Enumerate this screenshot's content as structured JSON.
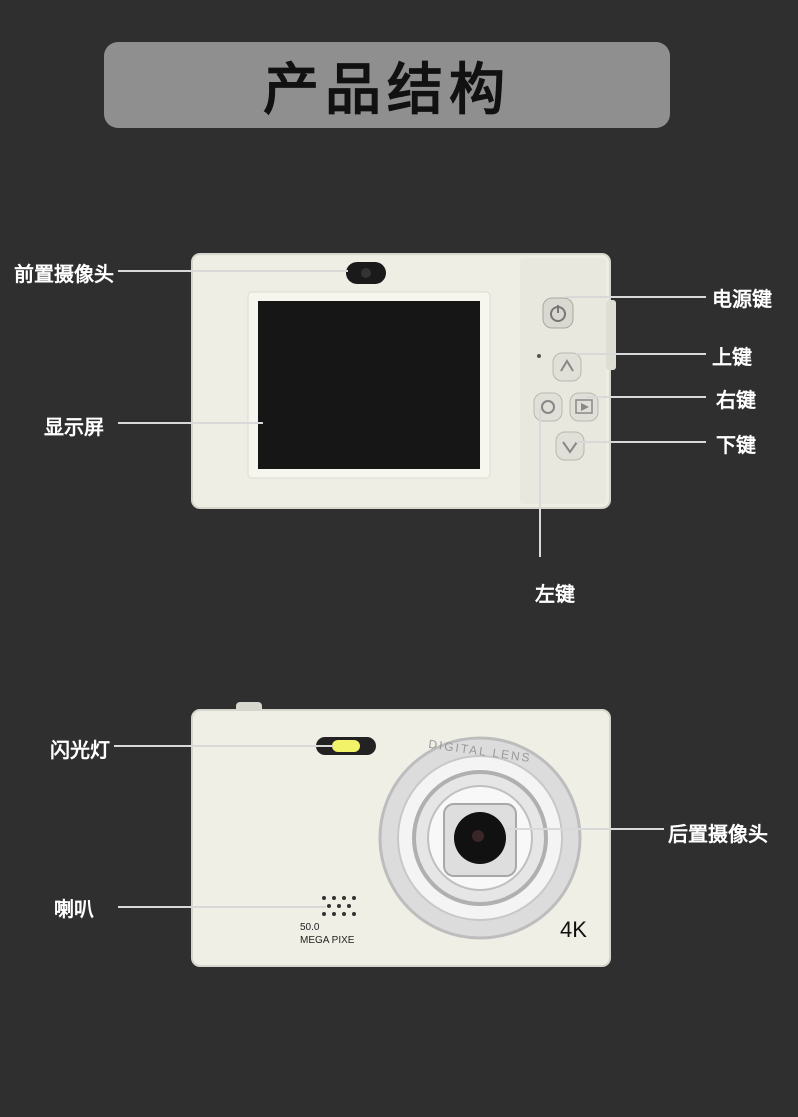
{
  "title": "产品结构",
  "labels": {
    "front_camera": "前置摄像头",
    "display": "显示屏",
    "power_key": "电源键",
    "up_key": "上键",
    "right_key": "右键",
    "down_key": "下键",
    "left_key": "左键",
    "flash": "闪光灯",
    "rear_camera": "后置摄像头",
    "speaker": "喇叭"
  },
  "camera_front_text": {
    "megapixel_value": "50.0",
    "megapixel_label": "MEGA PIXE",
    "resolution": "4K",
    "lens_ring_text": "DIGITAL LENS"
  },
  "icons": [
    "power-icon",
    "up-arrow-icon",
    "right-playback-icon",
    "left-settings-icon",
    "down-arrow-icon"
  ],
  "colors": {
    "background": "#2f2f2f",
    "title_bar": "#8f8f8f",
    "camera_body": "#efefe6"
  }
}
